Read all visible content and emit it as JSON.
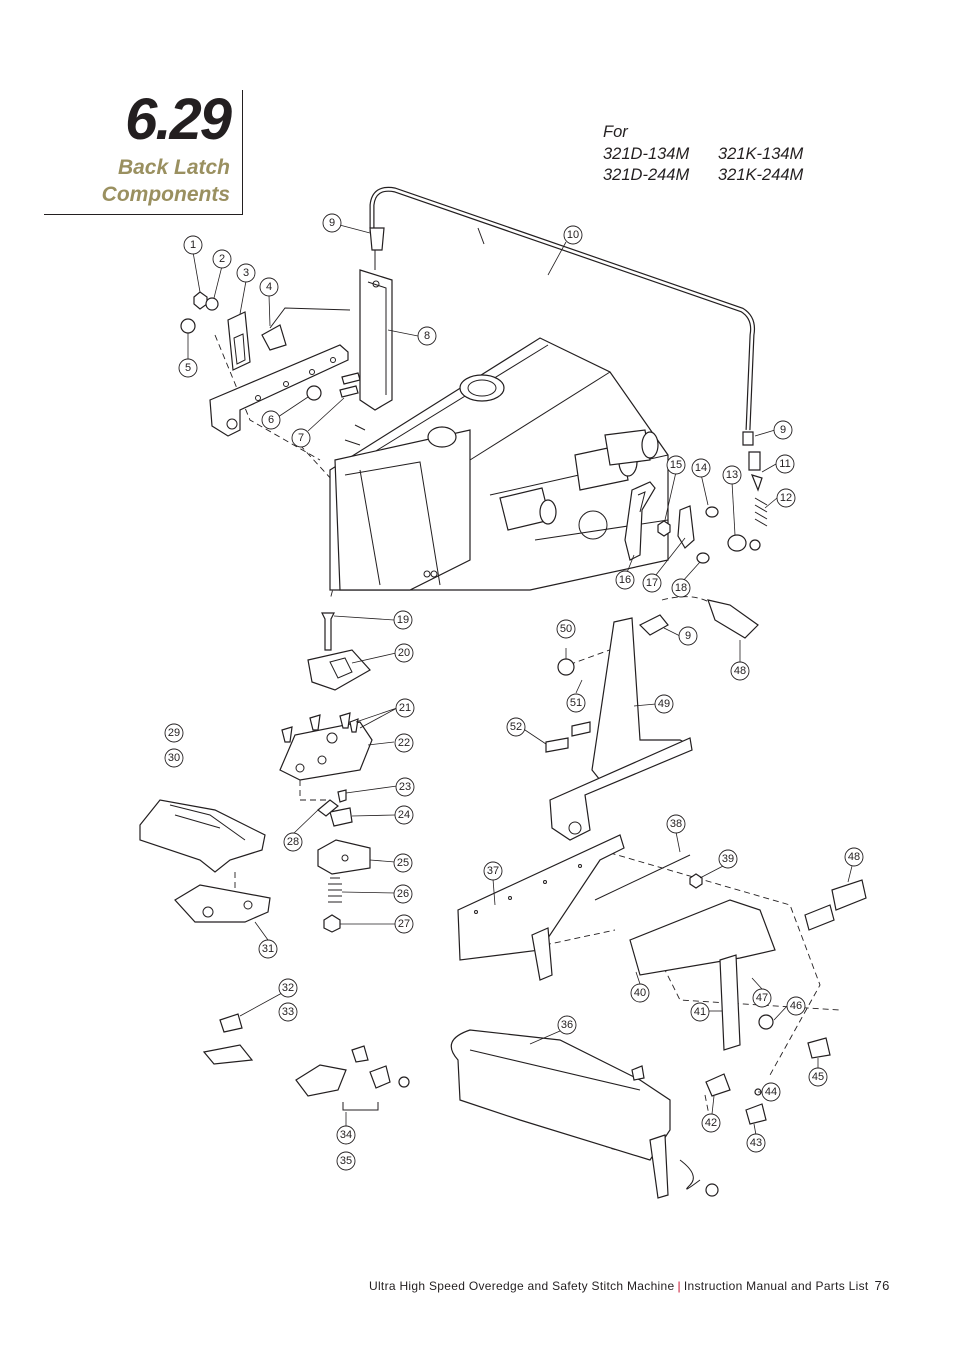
{
  "section": {
    "number": "6.29",
    "title_line1": "Back Latch",
    "title_line2": "Components"
  },
  "models": {
    "label": "For",
    "row1": [
      "321D-134M",
      "321K-134M"
    ],
    "row2": [
      "321D-244M",
      "321K-244M"
    ]
  },
  "footer": {
    "left": "Ultra High Speed Overedge and Safety Stitch Machine",
    "right": "Instruction Manual and Parts List",
    "page": "76",
    "separator_color": "#c8102e"
  },
  "colors": {
    "title_accent": "#9a9060",
    "ink": "#231f20"
  },
  "callouts": [
    "1",
    "2",
    "3",
    "4",
    "5",
    "6",
    "7",
    "8",
    "9",
    "10",
    "9",
    "11",
    "12",
    "13",
    "14",
    "15",
    "16",
    "17",
    "18",
    "19",
    "20",
    "21",
    "22",
    "23",
    "24",
    "25",
    "26",
    "27",
    "28",
    "29",
    "30",
    "31",
    "32",
    "33",
    "34",
    "35",
    "36",
    "37",
    "38",
    "39",
    "40",
    "41",
    "42",
    "43",
    "44",
    "45",
    "46",
    "47",
    "48",
    "48",
    "49",
    "50",
    "51",
    "52",
    "9"
  ]
}
